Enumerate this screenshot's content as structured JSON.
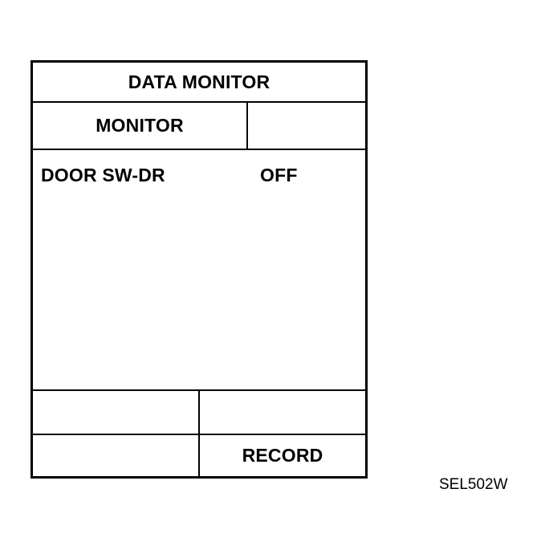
{
  "screen": {
    "title": "DATA MONITOR",
    "header": {
      "left_label": "MONITOR",
      "right_label": ""
    },
    "items": [
      {
        "name": "DOOR SW-DR",
        "value": "OFF"
      }
    ],
    "buttons": {
      "row1_left": "",
      "row1_right": "",
      "row2_left": "",
      "row2_right": "RECORD"
    }
  },
  "caption": "SEL502W"
}
